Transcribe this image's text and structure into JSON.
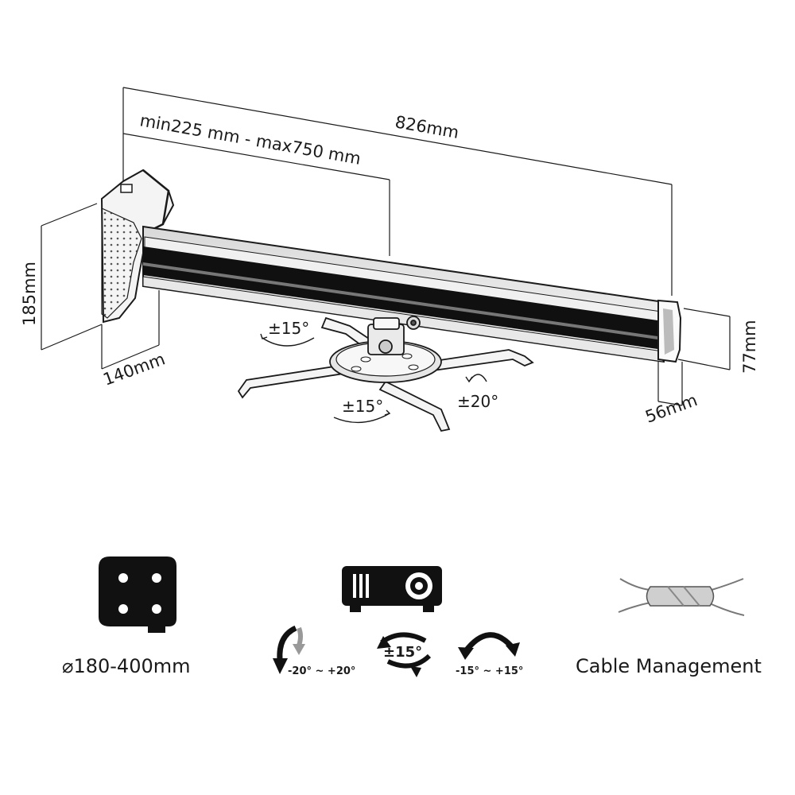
{
  "dimensions": {
    "total_length": "826mm",
    "extension_range": "min225 mm - max750 mm",
    "wall_plate_height": "185mm",
    "wall_plate_depth": "140mm",
    "arm_height": "77mm",
    "arm_width": "56mm"
  },
  "rotations": {
    "swivel_top": "±15°",
    "swivel_bottom": "±15°",
    "tilt": "±20°"
  },
  "features": {
    "vesa": {
      "icon": "mounting-plate-icon",
      "label": "180-400mm",
      "symbol": "⌀"
    },
    "adjust": {
      "icon": "projector-icon",
      "tilt_label": "-20° ~ +20°",
      "rotate_label": "±15°",
      "swivel_label": "-15° ~ +15°"
    },
    "cable": {
      "icon": "cable-management-icon",
      "label": "Cable Management"
    }
  },
  "colors": {
    "line": "#1a1a1a",
    "fill_dark": "#111111",
    "fill_light": "#e6e6e6"
  }
}
